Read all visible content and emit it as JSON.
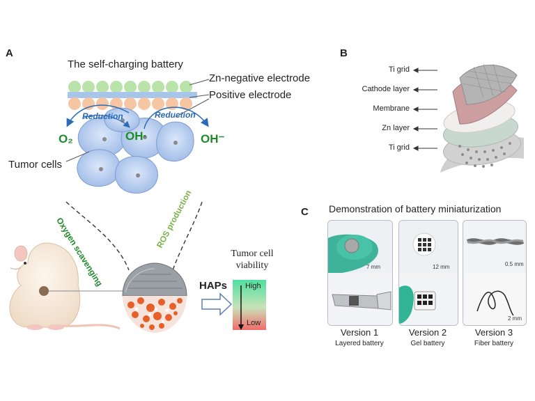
{
  "panel_a": {
    "letter": "A",
    "battery_title": "The self-charging battery",
    "zn_electrode": "Zn-negative electrode",
    "positive_electrode": "Positive electrode",
    "reduction_left": "Reduction",
    "reduction_right": "Reduction",
    "o2": "O₂",
    "oh_radical": "OH·",
    "oh_minus": "OH⁻",
    "tumor_cells": "Tumor cells",
    "oxygen_scavenging": "Oxygen scavenging",
    "ros_production": "ROS production",
    "haps": "HAPs",
    "viability_title_1": "Tumor cell",
    "viability_title_2": "viability",
    "high": "High",
    "low": "Low"
  },
  "panel_b": {
    "letter": "B",
    "layers": [
      "Ti grid",
      "Cathode layer",
      "Membrane",
      "Zn layer",
      "Ti grid"
    ]
  },
  "panel_c": {
    "letter": "C",
    "title": "Demonstration of battery miniaturization",
    "versions": [
      {
        "name": "Version 1",
        "type": "Layered battery",
        "scale": "7 mm"
      },
      {
        "name": "Version 2",
        "type": "Gel battery",
        "scale": "12 mm"
      },
      {
        "name": "Version 3",
        "type": "Fiber battery",
        "scale_top": "0.5 mm",
        "scale_bottom": "2 mm"
      }
    ]
  }
}
